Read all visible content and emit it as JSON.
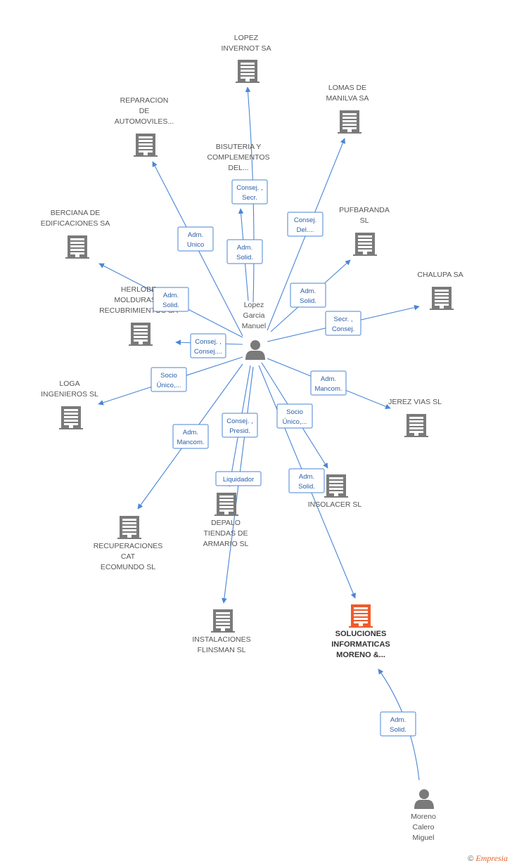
{
  "colors": {
    "edge": "#4a86d6",
    "building": "#7a7a7a",
    "building_hl": "#f05a2a",
    "person": "#7a7a7a"
  },
  "nodes": [
    {
      "id": "lopez_garcia",
      "kind": "person",
      "label": [
        "Lopez",
        "Garcia",
        "Manuel"
      ]
    },
    {
      "id": "moreno_calero",
      "kind": "person",
      "label": [
        "Moreno",
        "Calero",
        "Miguel"
      ]
    },
    {
      "id": "lopez_invernot",
      "kind": "company",
      "label": [
        "LOPEZ",
        "INVERNOT SA"
      ]
    },
    {
      "id": "lomas_manilva",
      "kind": "company",
      "label": [
        "LOMAS DE",
        "MANILVA SA"
      ]
    },
    {
      "id": "reparacion",
      "kind": "company",
      "label": [
        "REPARACION",
        "DE",
        "AUTOMOVILES..."
      ]
    },
    {
      "id": "bisuteria",
      "kind": "company",
      "label": [
        "BISUTERIA Y",
        "COMPLEMENTOS",
        "DEL..."
      ]
    },
    {
      "id": "pufbaranda",
      "kind": "company",
      "label": [
        "PUFBARANDA",
        "SL"
      ]
    },
    {
      "id": "berciana",
      "kind": "company",
      "label": [
        "BERCIANA DE",
        "EDIFICACIONES SA"
      ]
    },
    {
      "id": "chalupa",
      "kind": "company",
      "label": [
        "CHALUPA SA"
      ]
    },
    {
      "id": "herlobe",
      "kind": "company",
      "label": [
        "HERLOBE",
        "MOLDURAS Y",
        "RECUBRIMIENTOS SA"
      ]
    },
    {
      "id": "loga",
      "kind": "company",
      "label": [
        "LOGA",
        "INGENIEROS  SL"
      ]
    },
    {
      "id": "jerez_vias",
      "kind": "company",
      "label": [
        "JEREZ VIAS SL"
      ]
    },
    {
      "id": "insolacer",
      "kind": "company",
      "label": [
        "INSOLACER SL"
      ]
    },
    {
      "id": "depalo",
      "kind": "company",
      "label": [
        "DEPALO",
        "TIENDAS DE",
        "ARMARIO SL"
      ]
    },
    {
      "id": "recuperaciones",
      "kind": "company",
      "label": [
        "RECUPERACIONES",
        "CAT",
        "ECOMUNDO SL"
      ]
    },
    {
      "id": "instalaciones",
      "kind": "company",
      "label": [
        "INSTALACIONES",
        "FLINSMAN SL"
      ]
    },
    {
      "id": "soluciones",
      "kind": "company",
      "highlight": true,
      "label": [
        "SOLUCIONES",
        "INFORMATICAS",
        "MORENO &..."
      ]
    }
  ],
  "edges": [
    {
      "from": "lopez_garcia",
      "to": "lopez_invernot",
      "label": [
        "Consej. ,",
        "Secr."
      ]
    },
    {
      "from": "lopez_garcia",
      "to": "bisuteria",
      "label": [
        "Adm.",
        "Solid."
      ]
    },
    {
      "from": "lopez_garcia",
      "to": "lomas_manilva",
      "label": [
        "Consej.",
        "Del...."
      ]
    },
    {
      "from": "lopez_garcia",
      "to": "reparacion",
      "label": [
        "Adm.",
        "Unico"
      ]
    },
    {
      "from": "lopez_garcia",
      "to": "pufbaranda",
      "label": [
        "Adm.",
        "Solid."
      ]
    },
    {
      "from": "lopez_garcia",
      "to": "berciana",
      "label": [
        "Adm.",
        "Solid."
      ]
    },
    {
      "from": "lopez_garcia",
      "to": "chalupa",
      "label": [
        "Secr. ,",
        "Consej."
      ]
    },
    {
      "from": "lopez_garcia",
      "to": "herlobe",
      "label": [
        "Consej. ,",
        "Consej...."
      ]
    },
    {
      "from": "lopez_garcia",
      "to": "loga",
      "label": [
        "Socio",
        "Único,..."
      ]
    },
    {
      "from": "lopez_garcia",
      "to": "jerez_vias",
      "label": [
        "Adm.",
        "Mancom."
      ]
    },
    {
      "from": "lopez_garcia",
      "to": "insolacer",
      "label": [
        "Socio",
        "Único,..."
      ]
    },
    {
      "from": "lopez_garcia",
      "to": "depalo",
      "label": [
        "Liquidador"
      ]
    },
    {
      "from": "lopez_garcia",
      "to": "recuperaciones",
      "label": [
        "Adm.",
        "Mancom."
      ]
    },
    {
      "from": "lopez_garcia",
      "to": "instalaciones",
      "label": [
        "Consej. ,",
        "Presid."
      ]
    },
    {
      "from": "lopez_garcia",
      "to": "soluciones",
      "label": [
        "Adm.",
        "Solid."
      ]
    },
    {
      "from": "moreno_calero",
      "to": "soluciones",
      "label": [
        "Adm.",
        "Solid."
      ]
    }
  ],
  "footer": {
    "copyright": "©",
    "brand": "Empresia"
  }
}
